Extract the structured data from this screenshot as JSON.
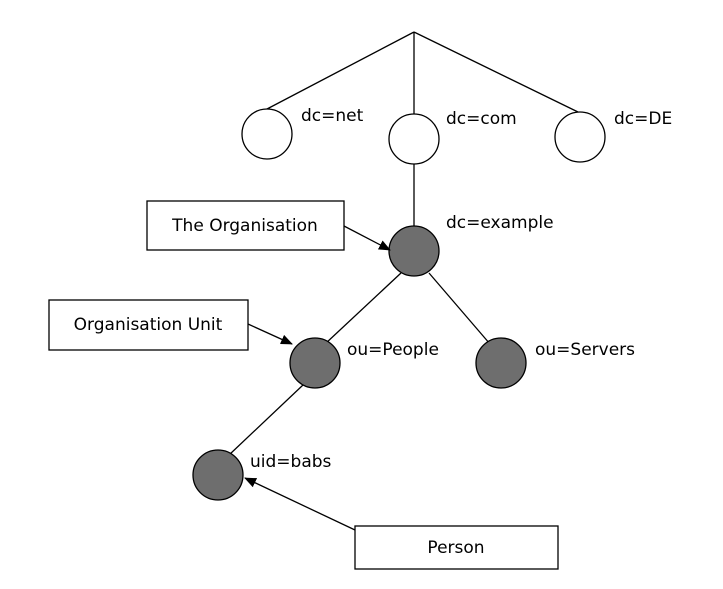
{
  "nodes": {
    "net": {
      "label": "dc=net",
      "fill": "white"
    },
    "com": {
      "label": "dc=com",
      "fill": "white"
    },
    "de": {
      "label": "dc=DE",
      "fill": "white"
    },
    "example": {
      "label": "dc=example",
      "fill": "grey"
    },
    "people": {
      "label": "ou=People",
      "fill": "grey"
    },
    "servers": {
      "label": "ou=Servers",
      "fill": "grey"
    },
    "babs": {
      "label": "uid=babs",
      "fill": "grey"
    }
  },
  "callouts": {
    "organisation": {
      "label": "The Organisation"
    },
    "organisation_unit": {
      "label": "Organisation Unit"
    },
    "person": {
      "label": "Person"
    }
  },
  "colors": {
    "node_grey": "#6e6e6e",
    "node_white": "#ffffff",
    "stroke": "#000000"
  }
}
